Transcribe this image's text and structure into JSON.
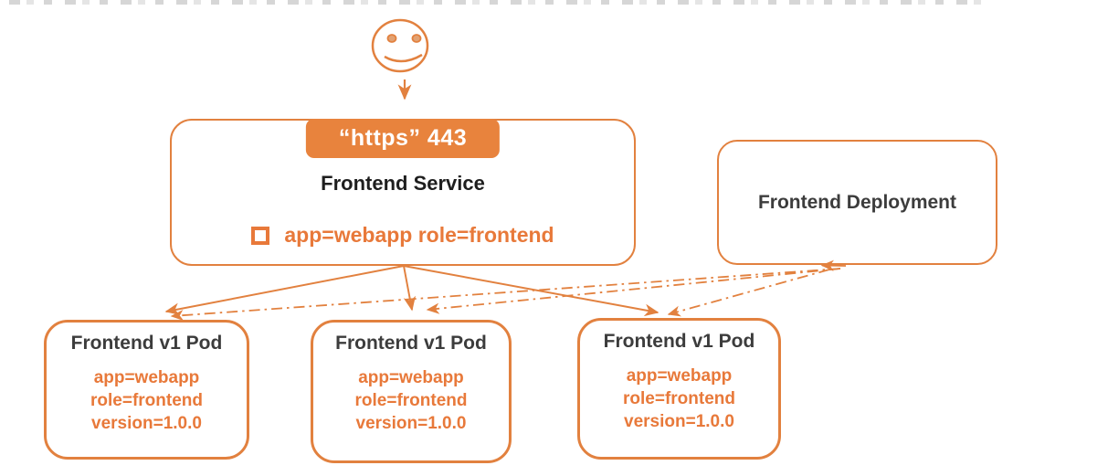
{
  "colors": {
    "accent_border": "#E2813F",
    "badge_background": "#E8833D",
    "orange_text": "#E8793A",
    "dark_text": "#3C3C3C",
    "black_text": "#1E1E1E"
  },
  "user": {
    "icon": "smiley-face-icon"
  },
  "service": {
    "port_badge": "“https” 443",
    "title": "Frontend Service",
    "selector": "app=webapp role=frontend"
  },
  "deployment": {
    "title": "Frontend Deployment"
  },
  "pods": [
    {
      "title": "Frontend v1 Pod",
      "labels": [
        "app=webapp",
        "role=frontend",
        "version=1.0.0"
      ]
    },
    {
      "title": "Frontend v1 Pod",
      "labels": [
        "app=webapp",
        "role=frontend",
        "version=1.0.0"
      ]
    },
    {
      "title": "Frontend v1 Pod",
      "labels": [
        "app=webapp",
        "role=frontend",
        "version=1.0.0"
      ]
    }
  ]
}
